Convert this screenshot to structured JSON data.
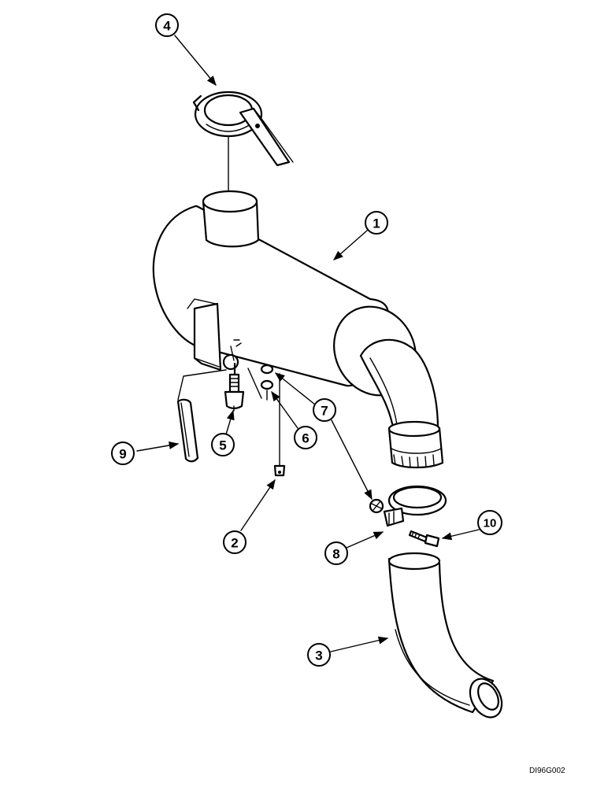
{
  "callouts": [
    {
      "id": "1",
      "label": "1"
    },
    {
      "id": "2",
      "label": "2"
    },
    {
      "id": "3",
      "label": "3"
    },
    {
      "id": "4",
      "label": "4"
    },
    {
      "id": "5",
      "label": "5"
    },
    {
      "id": "6",
      "label": "6"
    },
    {
      "id": "7",
      "label": "7"
    },
    {
      "id": "8",
      "label": "8"
    },
    {
      "id": "9",
      "label": "9"
    },
    {
      "id": "10",
      "label": "10"
    }
  ],
  "drawing_code": "DI96G002"
}
